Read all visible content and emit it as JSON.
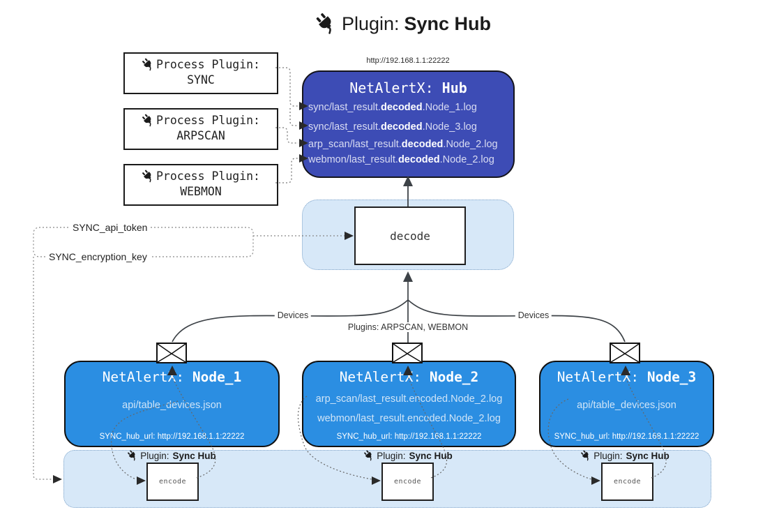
{
  "title": {
    "prefix": "Plugin:",
    "name": "Sync Hub"
  },
  "hub": {
    "url": "http://192.168.1.1:22222",
    "title_prefix": "NetAlertX:",
    "title_name": "Hub",
    "logs": [
      {
        "pre": "sync/last_result.",
        "bold": "decoded",
        "post": ".Node_1.log"
      },
      {
        "pre": "sync/last_result.",
        "bold": "decoded",
        "post": ".Node_3.log"
      },
      {
        "pre": "arp_scan/last_result.",
        "bold": "decoded",
        "post": ".Node_2.log"
      },
      {
        "pre": "webmon/last_result.",
        "bold": "decoded",
        "post": ".Node_2.log"
      }
    ]
  },
  "process_plugins": [
    {
      "label": "Process Plugin:",
      "name": "SYNC"
    },
    {
      "label": "Process Plugin:",
      "name": "ARPSCAN"
    },
    {
      "label": "Process Plugin:",
      "name": "WEBMON"
    }
  ],
  "decode": {
    "label": "decode"
  },
  "tokens": {
    "api_token": "SYNC_api_token",
    "encryption_key": "SYNC_encryption_key"
  },
  "edges": {
    "devices_left": "Devices",
    "devices_right": "Devices",
    "plugins_mid": "Plugins: ARPSCAN, WEBMON"
  },
  "nodes": [
    {
      "title_prefix": "NetAlertX:",
      "title_name": "Node_1",
      "files": [
        "api/table_devices.json"
      ],
      "hub_url": "SYNC_hub_url: http://192.168.1.1:22222"
    },
    {
      "title_prefix": "NetAlertX:",
      "title_name": "Node_2",
      "files": [
        "arp_scan/last_result.encoded.Node_2.log",
        "webmon/last_result.encoded.Node_2.log"
      ],
      "hub_url": "SYNC_hub_url: http://192.168.1.1:22222"
    },
    {
      "title_prefix": "NetAlertX:",
      "title_name": "Node_3",
      "files": [
        "api/table_devices.json"
      ],
      "hub_url": "SYNC_hub_url: http://192.168.1.1:22222"
    }
  ],
  "encoders": [
    {
      "label_prefix": "Plugin:",
      "label_name": "Sync Hub",
      "box": "encode"
    },
    {
      "label_prefix": "Plugin:",
      "label_name": "Sync Hub",
      "box": "encode"
    },
    {
      "label_prefix": "Plugin:",
      "label_name": "Sync Hub",
      "box": "encode"
    }
  ],
  "colors": {
    "hub_fill": "#3d4cb5",
    "node_fill": "#2b8ee2",
    "panel_fill": "#d7e8f8",
    "panel_border": "#7fa3c8",
    "box_border": "#1a1a1a",
    "hub_text": "#d9dcf2",
    "node_text": "#cfe4f7",
    "connector_gray": "#7a7a7a",
    "edge_dark": "#3d4247"
  }
}
